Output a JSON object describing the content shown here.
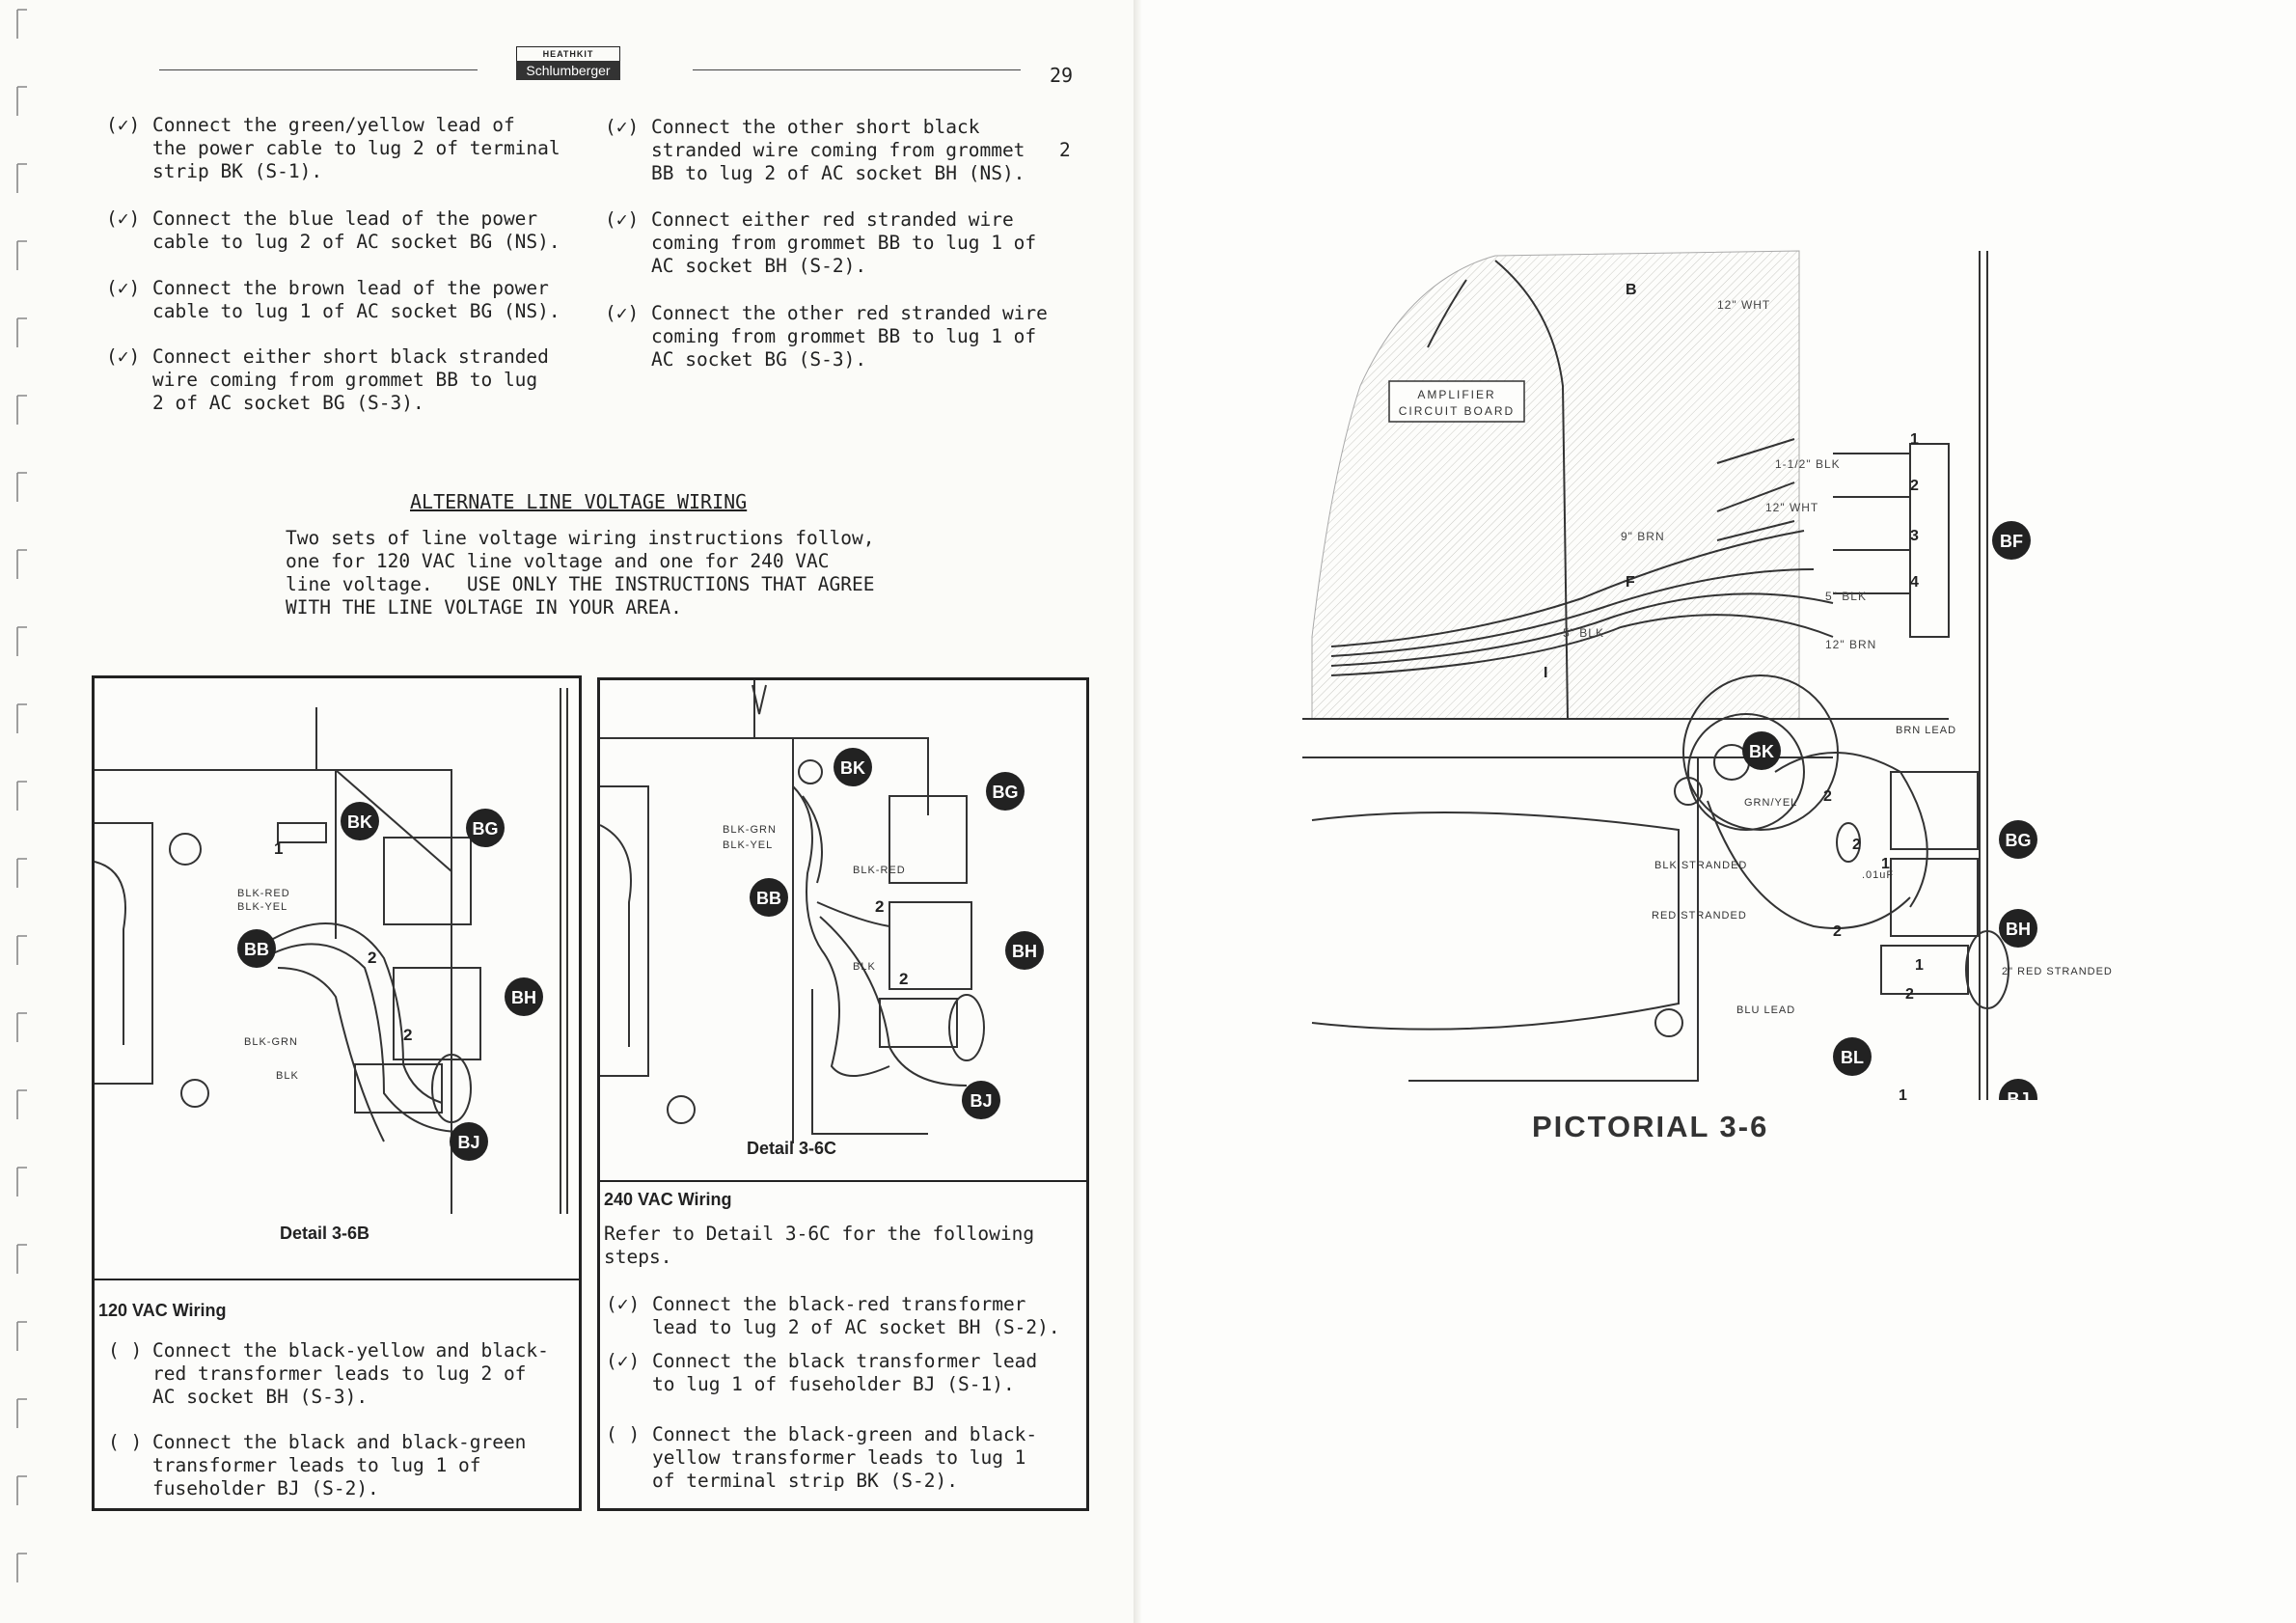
{
  "header": {
    "logo_top": "HEATHKIT",
    "logo_bottom": "Schlumberger",
    "page_number": "29"
  },
  "steps_left": [
    {
      "check": "(✓)",
      "lines": [
        "Connect the green/yellow lead of",
        "the power cable to lug 2 of terminal",
        "strip BK (S-1)."
      ]
    },
    {
      "check": "(✓)",
      "lines": [
        "Connect the blue lead of the power",
        "cable to lug 2 of AC socket BG (NS)."
      ]
    },
    {
      "check": "(✓)",
      "lines": [
        "Connect the brown lead of the power",
        "cable to lug 1 of AC socket BG (NS)."
      ]
    },
    {
      "check": "(✓)",
      "lines": [
        "Connect either short black stranded",
        "wire coming from grommet BB to lug",
        "2 of AC socket BG (S-3)."
      ]
    }
  ],
  "steps_right": [
    {
      "check": "(✓)",
      "lines": [
        "Connect the other short black",
        "stranded wire coming from grommet",
        "BB to lug 2 of AC socket BH (NS)."
      ],
      "margin_note": "2"
    },
    {
      "check": "(✓)",
      "lines": [
        "Connect either red stranded wire",
        "coming from grommet BB to lug 1 of",
        "AC socket BH (S-2)."
      ]
    },
    {
      "check": "(✓)",
      "lines": [
        "Connect the other red stranded wire",
        "coming from grommet BB to lug 1 of",
        "AC socket BG (S-3)."
      ]
    }
  ],
  "alternate": {
    "heading": "ALTERNATE LINE VOLTAGE WIRING",
    "intro": [
      "Two sets of line voltage wiring instructions follow,",
      "one for 120 VAC line voltage and one for 240 VAC",
      "line voltage.   USE ONLY THE INSTRUCTIONS THAT AGREE",
      "WITH THE LINE VOLTAGE IN YOUR AREA."
    ]
  },
  "detail_6b": {
    "caption": "Detail 3-6B",
    "labels": [
      "BK",
      "BG",
      "BB",
      "BH",
      "BJ",
      "1",
      "2",
      "2",
      "BLK-RED",
      "BLK-YEL",
      "BLK-GRN",
      "BLK"
    ],
    "section_title": "120 VAC Wiring",
    "steps": [
      {
        "check": "( )",
        "lines": [
          "Connect the black-yellow and black-",
          "red transformer leads to lug 2 of",
          "AC socket BH (S-3)."
        ]
      },
      {
        "check": "( )",
        "lines": [
          "Connect the black and black-green",
          "transformer leads to lug 1 of",
          "fuseholder BJ (S-2)."
        ]
      }
    ]
  },
  "detail_6c": {
    "caption": "Detail 3-6C",
    "labels": [
      "BK",
      "BG",
      "BB",
      "BH",
      "BJ",
      "2",
      "2",
      "BLK-GRN",
      "BLK-YEL",
      "BLK-RED",
      "BLK"
    ],
    "section_title": "240 VAC Wiring",
    "intro": [
      "Refer to Detail 3-6C for the following",
      "steps."
    ],
    "steps": [
      {
        "check": "(✓)",
        "lines": [
          "Connect the black-red transformer",
          "lead to lug 2 of AC socket BH (S-2)."
        ]
      },
      {
        "check": "(✓)",
        "lines": [
          "Connect the black transformer lead",
          "to lug 1 of fuseholder BJ (S-1)."
        ]
      },
      {
        "check": "( )",
        "lines": [
          "Connect the black-green and black-",
          "yellow transformer leads to lug 1",
          "of terminal strip BK (S-2)."
        ]
      }
    ]
  },
  "pictorial": {
    "title": "PICTORIAL 3-6",
    "board_label": [
      "AMPLIFIER",
      "CIRCUIT BOARD"
    ],
    "wire_labels": [
      "12\" WHT",
      "1-1/2\" BLK",
      "12\" WHT",
      "9\" BRN",
      "5\" BLK",
      "12\" BRN",
      "5\" BLK"
    ],
    "points": [
      "B",
      "F",
      "I"
    ],
    "terminal_numbers": [
      "1",
      "2",
      "3",
      "4"
    ],
    "parts": [
      "BF",
      "BK",
      "BG",
      "BH",
      "BL",
      "BJ"
    ],
    "lead_labels": [
      "BRN LEAD",
      "GRN/YEL",
      "BLK STRANDED",
      "RED STRANDED",
      ".01uF",
      "BLU LEAD",
      "2\" RED STRANDED"
    ],
    "lug_numbers": [
      "2",
      "2",
      "1",
      "2",
      "1",
      "2",
      "1"
    ]
  }
}
